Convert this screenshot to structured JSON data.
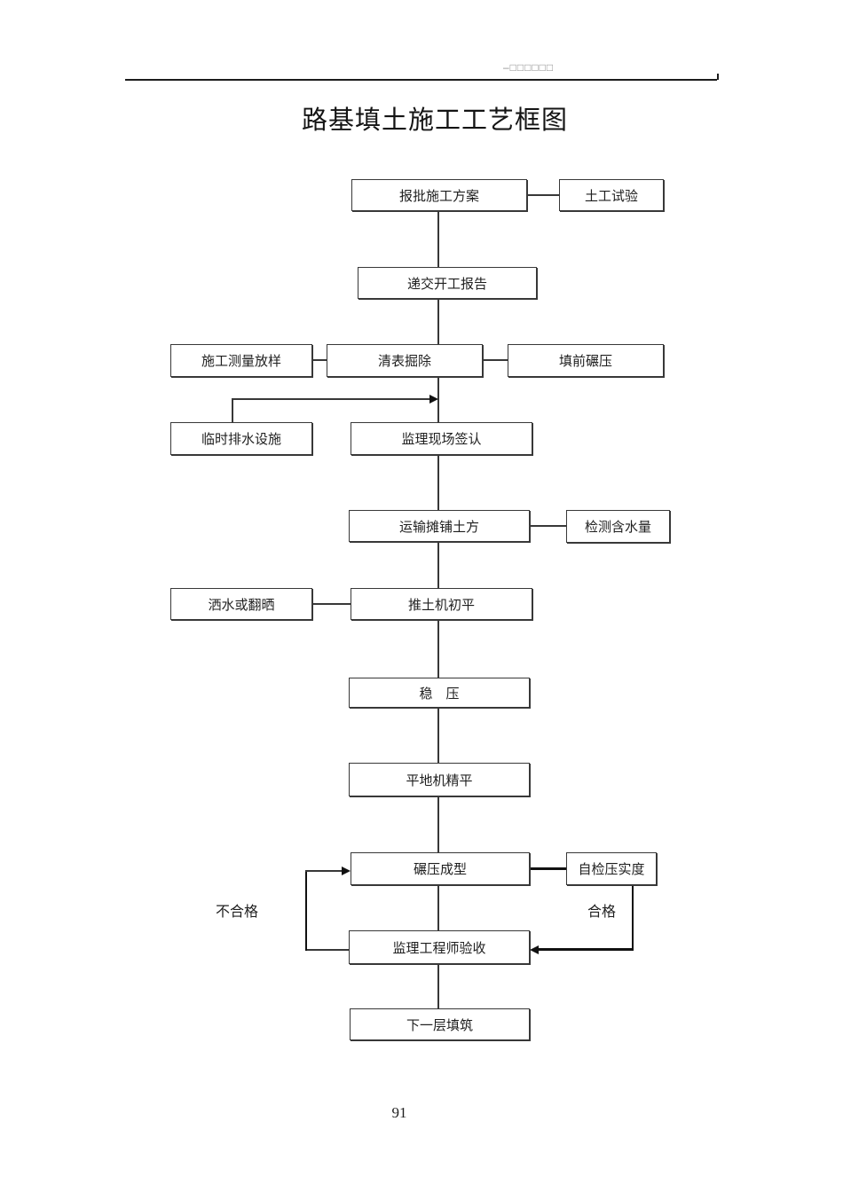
{
  "page": {
    "header": "–□□□□□□",
    "title": "路基填土施工工艺框图",
    "page_number": "91"
  },
  "flowchart": {
    "nodes": {
      "approve_plan": "报批施工方案",
      "soil_test": "土工试验",
      "submit_report": "递交开工报告",
      "survey_layout": "施工测量放样",
      "clear_surface": "清表掘除",
      "pre_compaction": "填前碾压",
      "temp_drainage": "临时排水设施",
      "supervisor_sign": "监理现场签认",
      "transport_spread": "运输摊铺土方",
      "moisture_test": "检测含水量",
      "water_or_dry": "洒水或翻晒",
      "bulldozer_level": "推土机初平",
      "static_press": "稳　压",
      "grader_level": "平地机精平",
      "compaction_form": "碾压成型",
      "self_check": "自检压实度",
      "engineer_accept": "监理工程师验收",
      "next_layer": "下一层填筑"
    },
    "edge_labels": {
      "fail": "不合格",
      "pass": "合格"
    }
  },
  "colors": {
    "background": "#ffffff",
    "box_border": "#383838",
    "connector": "#383838",
    "emphasis_line": "#111111",
    "header_text": "#8f8f8f",
    "text": "#1f1f1f"
  }
}
